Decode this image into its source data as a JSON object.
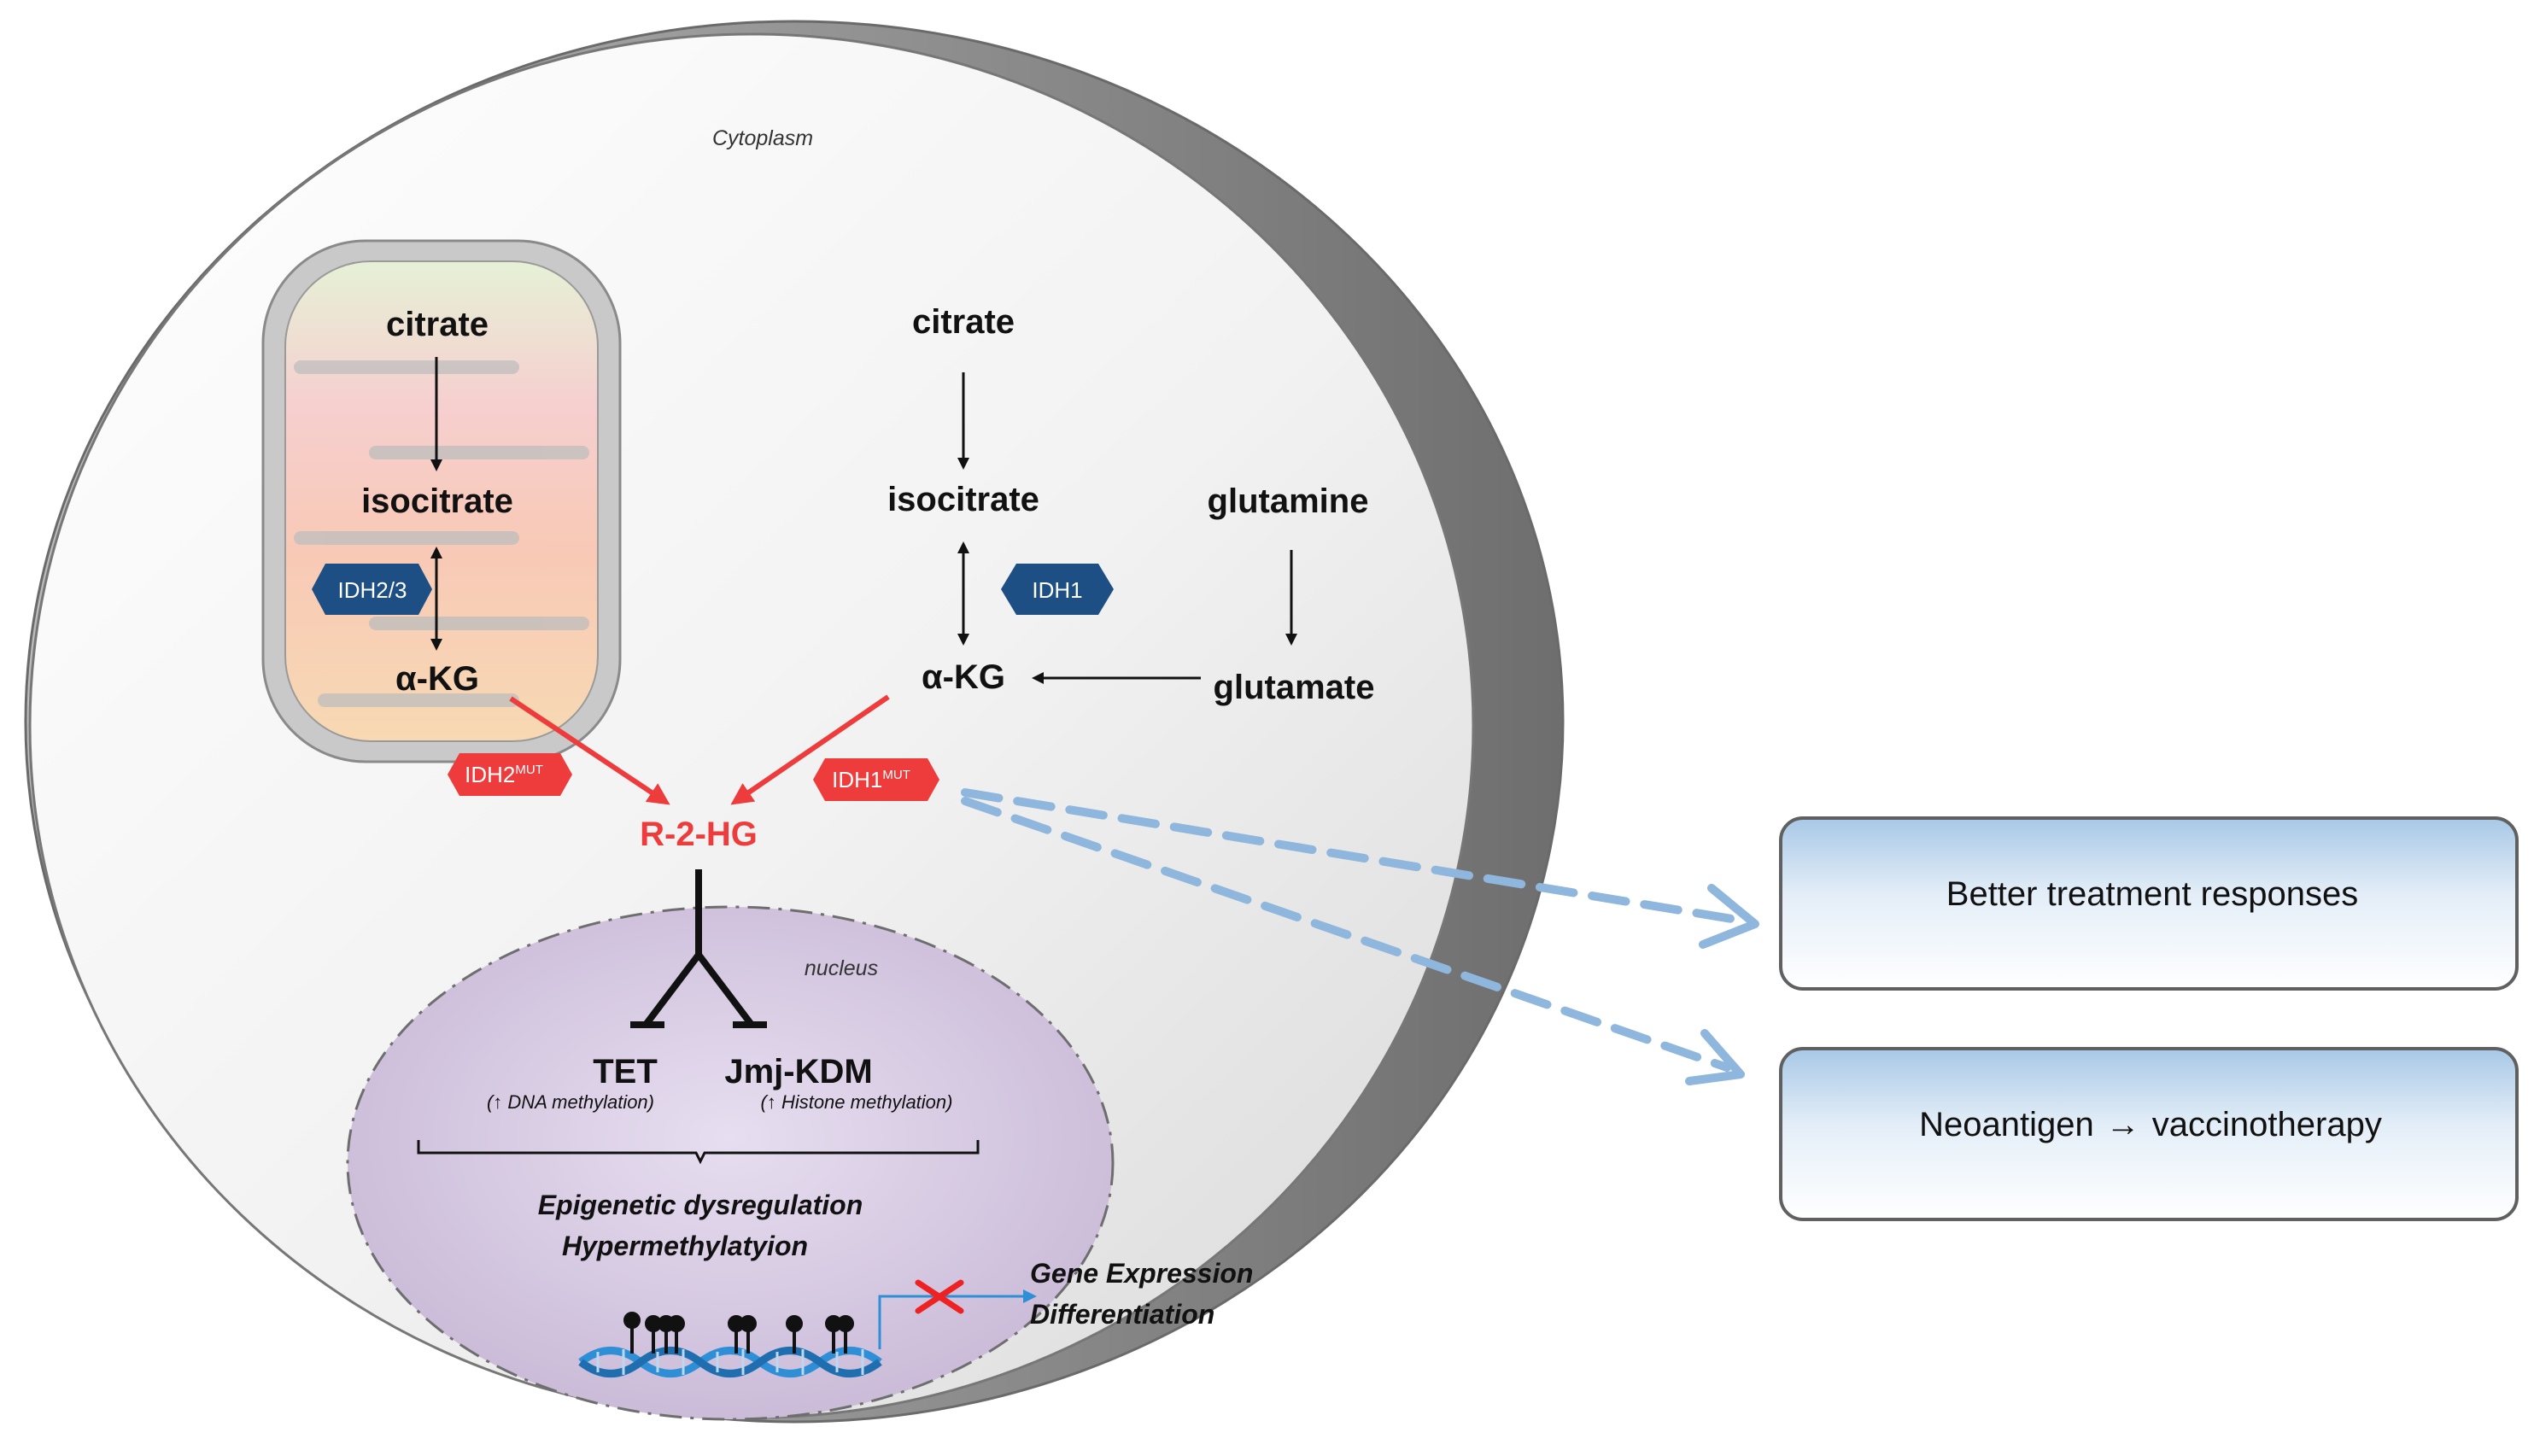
{
  "compartments": {
    "cytoplasm": "Cytoplasm",
    "nucleus": "nucleus"
  },
  "mitochondria": {
    "citrate": "citrate",
    "isocitrate": "isocitrate",
    "akg": "α-KG",
    "enzyme": "IDH2/3",
    "mutant_enzyme": "IDH2",
    "mutant_sup": "MUT"
  },
  "cytosol": {
    "citrate": "citrate",
    "isocitrate": "isocitrate",
    "akg": "α-KG",
    "glutamine": "glutamine",
    "glutamate": "glutamate",
    "enzyme": "IDH1",
    "mutant_enzyme": "IDH1",
    "mutant_sup": "MUT"
  },
  "oncometabolite": "R-2-HG",
  "targets": {
    "tet": "TET",
    "tet_note": "(↑ DNA methylation)",
    "jmj": "Jmj-KDM",
    "jmj_note": "(↑ Histone methylation)"
  },
  "outcome": {
    "line1": "Epigenetic dysregulation",
    "line2": "Hypermethylatyion",
    "gene1": "Gene Expression",
    "gene2": "Differentiation"
  },
  "boxes": {
    "box1": "Better treatment responses",
    "box2_a": "Neoantigen",
    "box2_arrow": "→",
    "box2_b": "vaccinotherapy"
  },
  "colors": {
    "mutant_red": "#ee3b3b",
    "idh_blue": "#1d4f85",
    "dashed_blue": "#8fb6dc",
    "nucleus_purple": "#d4c6de"
  }
}
